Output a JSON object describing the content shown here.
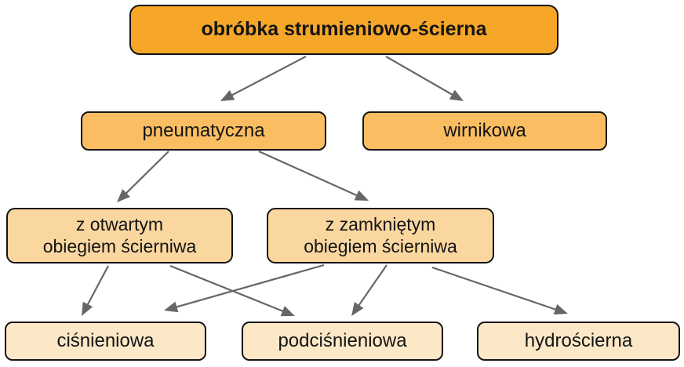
{
  "diagram": {
    "type": "flowchart-tree",
    "title": "obróbka strumieniowo-ścierna",
    "nodes": {
      "root": {
        "label": "obróbka strumieniowo-ścierna",
        "level": 1
      },
      "pneumatyczna": {
        "label": "pneumatyczna",
        "level": 2
      },
      "wirnikowa": {
        "label": "wirnikowa",
        "level": 2
      },
      "otwarty": {
        "label": "z otwartym\nobiegiem ścierniwa",
        "level": 3
      },
      "zamkniety": {
        "label": "z zamkniętym\nobiegiem ścierniwa",
        "level": 3
      },
      "cisnieniowa": {
        "label": "ciśnieniowa",
        "level": 4
      },
      "podcisnieniowa": {
        "label": "podciśnieniowa",
        "level": 4
      },
      "hydroscierna": {
        "label": "hydrościerna",
        "level": 4
      }
    },
    "edges": [
      {
        "from": "root",
        "to": "pneumatyczna"
      },
      {
        "from": "root",
        "to": "wirnikowa"
      },
      {
        "from": "pneumatyczna",
        "to": "otwarty"
      },
      {
        "from": "pneumatyczna",
        "to": "zamkniety"
      },
      {
        "from": "otwarty",
        "to": "cisnieniowa"
      },
      {
        "from": "otwarty",
        "to": "podcisnieniowa"
      },
      {
        "from": "zamkniety",
        "to": "cisnieniowa"
      },
      {
        "from": "zamkniety",
        "to": "podcisnieniowa"
      },
      {
        "from": "zamkniety",
        "to": "hydroscierna"
      }
    ],
    "colors": {
      "level1": "#f6a728",
      "level2": "#fabd62",
      "level3": "#fbd7a0",
      "level4": "#fce8c7",
      "border": "#141414",
      "arrow": "#666666",
      "background": "#ffffff"
    }
  }
}
